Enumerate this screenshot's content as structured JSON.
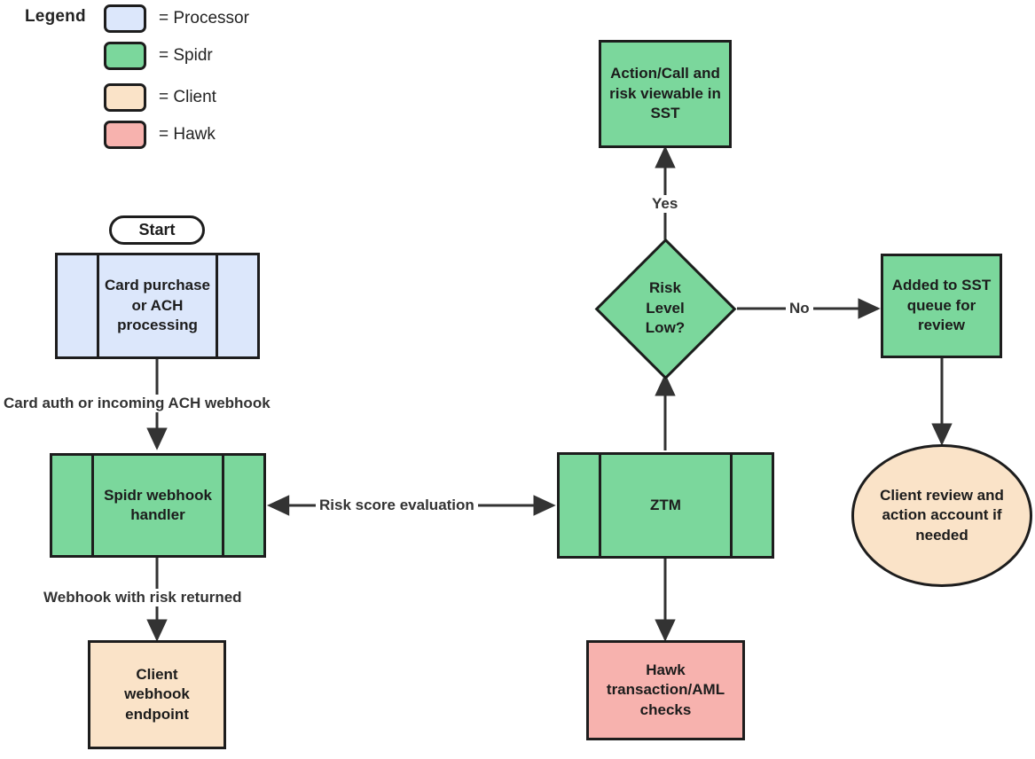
{
  "legend": {
    "title": "Legend",
    "items": [
      {
        "label": "= Processor",
        "color": "#DCE7FB",
        "name": "processor"
      },
      {
        "label": "= Spidr",
        "color": "#7BD79C",
        "name": "spidr"
      },
      {
        "label": "= Client",
        "color": "#FAE3C8",
        "name": "client"
      },
      {
        "label": "= Hawk",
        "color": "#F7B2AE",
        "name": "hawk"
      }
    ]
  },
  "nodes": {
    "start": {
      "label": "Start"
    },
    "card_processing": {
      "label": "Card purchase or ACH processing"
    },
    "webhook_handler": {
      "label": "Spidr webhook handler"
    },
    "client_endpoint": {
      "label": "Client webhook endpoint"
    },
    "ztm": {
      "label": "ZTM"
    },
    "hawk_checks": {
      "label": "Hawk transaction/AML checks"
    },
    "risk_decision": {
      "label": "Risk Level Low?"
    },
    "sst_view": {
      "label": "Action/Call and risk viewable in SST"
    },
    "sst_queue": {
      "label": "Added to SST queue for review"
    },
    "client_review": {
      "label": "Client review and action account if needed"
    }
  },
  "edge_labels": {
    "card_auth": "Card auth or incoming ACH webhook",
    "webhook_returned": "Webhook with risk returned",
    "risk_score": "Risk score evaluation",
    "yes": "Yes",
    "no": "No"
  },
  "colors": {
    "processor": "#DCE7FB",
    "spidr": "#7BD79C",
    "client": "#FAE3C8",
    "hawk": "#F7B2AE",
    "stroke": "#1d1d1d",
    "edge": "#333333",
    "background": "#ffffff"
  }
}
